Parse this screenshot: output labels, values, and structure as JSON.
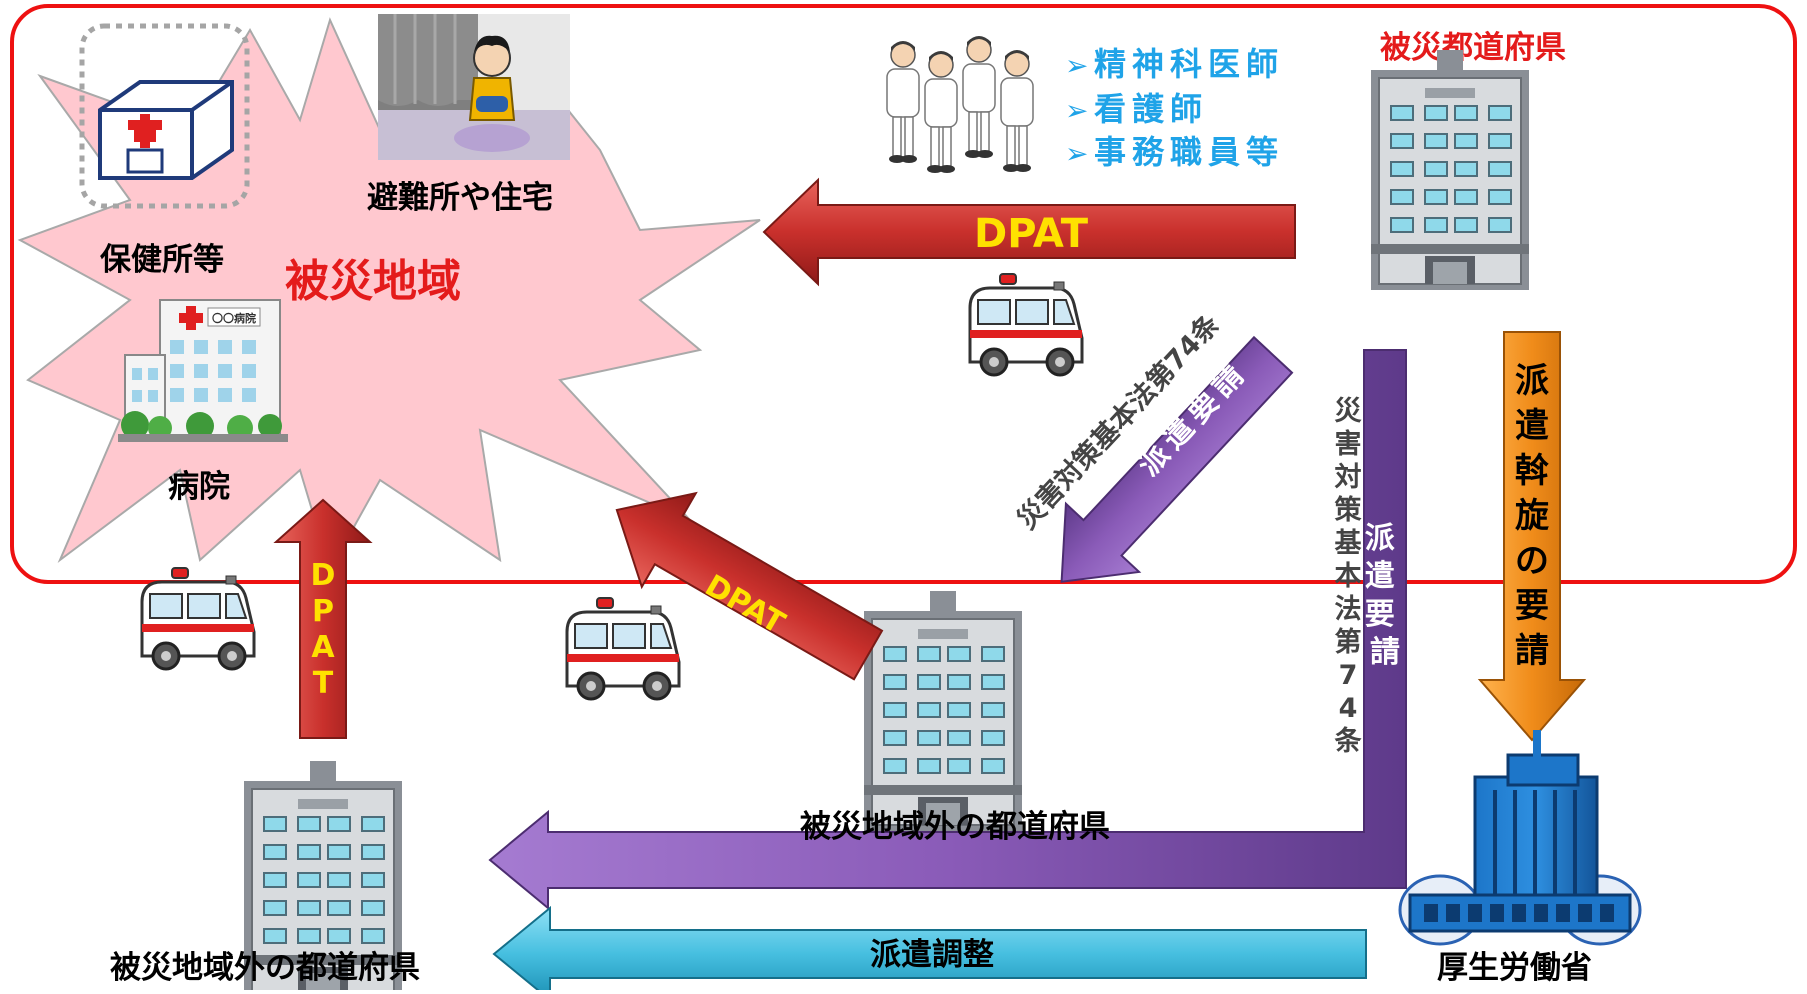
{
  "area": {
    "label": "被災地域",
    "prefecture_label": "被災都道府県"
  },
  "sites": {
    "health_center": "保健所等",
    "hospital": "病院",
    "hospital_sign": "〇〇病院",
    "shelter": "避難所や住宅"
  },
  "team_members": [
    "精神科医師",
    "看護師",
    "事務職員等"
  ],
  "team_bullet": "➢",
  "arrows": {
    "dpat_label": "DPAT",
    "request_label": "派遣要請",
    "law_label": "災害対策基本法第74条",
    "mediation_label": "派遣斡旋の要請",
    "coordination_label": "派遣調整"
  },
  "offices": {
    "outside_prefecture": "被災地域外の都道府県",
    "ministry": "厚生労働省"
  },
  "colors": {
    "area_border": "#ee1111",
    "burst_fill": "#ffc8cf",
    "area_text": "#e41b1b",
    "dpat_arrow": "#c9302c",
    "dpat_text": "#ffe100",
    "purple_arrow": "#8a5bb8",
    "orange_arrow": "#f08c1a",
    "cyan_arrow": "#46bfe0",
    "team_text": "#1fa3e8"
  }
}
